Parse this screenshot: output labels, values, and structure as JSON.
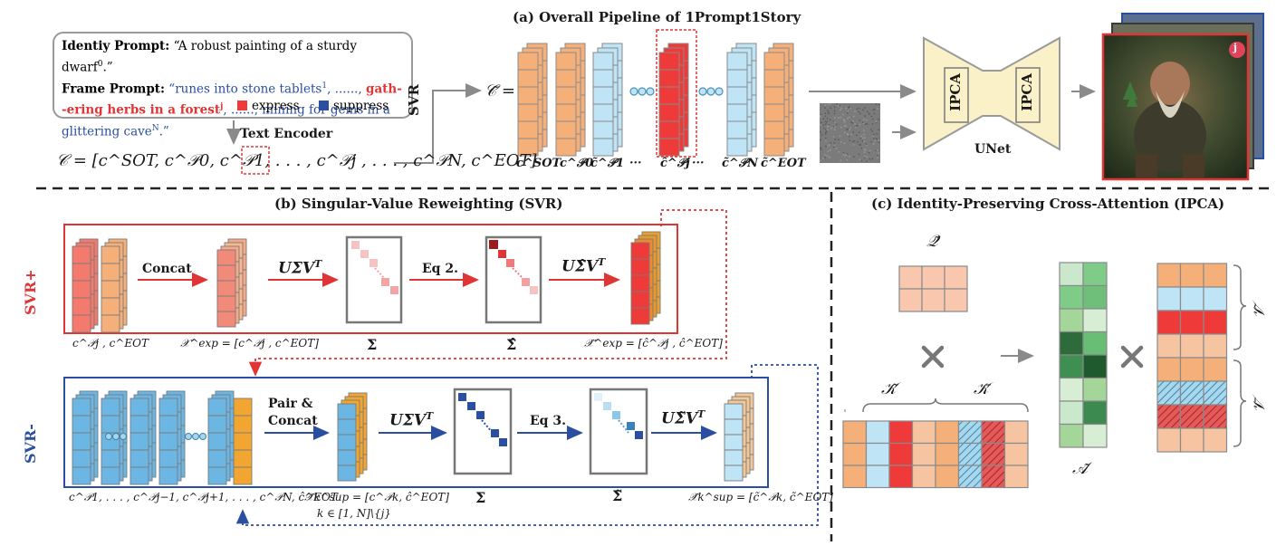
{
  "section_a": {
    "title": "(a) Overall Pipeline of 1Prompt1Story",
    "identity_prompt_label": "Identiy Prompt:",
    "identity_prompt_text": "“A robust painting of a sturdy dwarf",
    "identity_prompt_sup": "0",
    "identity_prompt_end": ".”",
    "frame_prompt_label": "Frame Prompt:",
    "frame_prompt_part1": "“runes into stone tablets",
    "frame_prompt_sup1": "1",
    "frame_prompt_part2": ", ......,",
    "frame_prompt_red1": "gath-",
    "frame_prompt_red2": "-ering herbs in a forest",
    "frame_prompt_supj": "j",
    "frame_prompt_part3": ", ......,   mining for gems in a",
    "frame_prompt_part4": "glittering cave",
    "frame_prompt_supN": "N",
    "frame_prompt_end": ".”",
    "legend_express": "express",
    "legend_suppress": "suppress",
    "text_encoder": "Text Encoder",
    "svr_label": "SVR",
    "c_formula": "𝒞 = [c^SOT, c^𝒫0, c^𝒫1, . . . , c^𝒫j , . . . , c^𝒫N, c^EOT]",
    "c_tilde_eq": "𝒞̃ =",
    "col_labels": [
      "c^SOT",
      "c^𝒫0",
      "c̃^𝒫1",
      "···",
      "ĉ^𝒫j",
      "···",
      "c̃^𝒫N",
      "c̃^EOT"
    ],
    "ipca": "IPCA",
    "unet": "UNet",
    "badge": "j"
  },
  "section_b": {
    "title": "(b) Singular-Value Reweighting (SVR)",
    "svr_plus": "SVR+",
    "svr_minus": "SVR-",
    "concat": "Concat",
    "pair_concat_1": "Pair &",
    "pair_concat_2": "Concat",
    "usv": "UΣV",
    "usv_hat": "UΣ̂V",
    "usv_tilde": "UΣ̃V",
    "sup_t": "T",
    "eq2": "Eq 2.",
    "eq3": "Eq 3.",
    "sigma": "Σ",
    "sigma_hat": "Σ̂",
    "sigma_tilde": "Σ̃",
    "plus_in": "c^𝒫j , c^EOT",
    "plus_xexp": "𝒳^exp = [c^𝒫j , c^EOT]",
    "plus_xexp_hat": "𝒳̂^exp = [ĉ^𝒫j , ĉ^EOT]",
    "minus_in": "c^𝒫1, . . . , c^𝒫j−1, c^𝒫j+1, . . . , c^𝒫N, ĉ^EOT",
    "minus_xsup": "𝒳̂k^sup = [c^𝒫k, ĉ^EOT]",
    "minus_k": "k ∈ [1, N]\\{j}",
    "minus_xsup_tilde": "𝒳̂k^sup = [c̃^𝒫k, c̃^EOT]"
  },
  "section_c": {
    "title": "(c) Identity-Preserving Cross-Attention (IPCA)",
    "q_tilde": "𝒬̃",
    "k_tilde": "𝒦̃",
    "k_bar": "𝒦̄",
    "a_tilde": "𝒜̃",
    "v_tilde": "𝒱̃",
    "v_bar": "𝒱̄"
  },
  "colors": {
    "orange": "#f5b07a",
    "orange_dark": "#e38f45",
    "light_blue": "#bfe4f6",
    "red": "#ef3a3a",
    "blue_mid": "#6cb6e3",
    "deep_blue": "#2b4fa0",
    "red_border": "#e03535",
    "unet_fill": "#fbf1c8",
    "unet_border": "#9a9a9a"
  }
}
